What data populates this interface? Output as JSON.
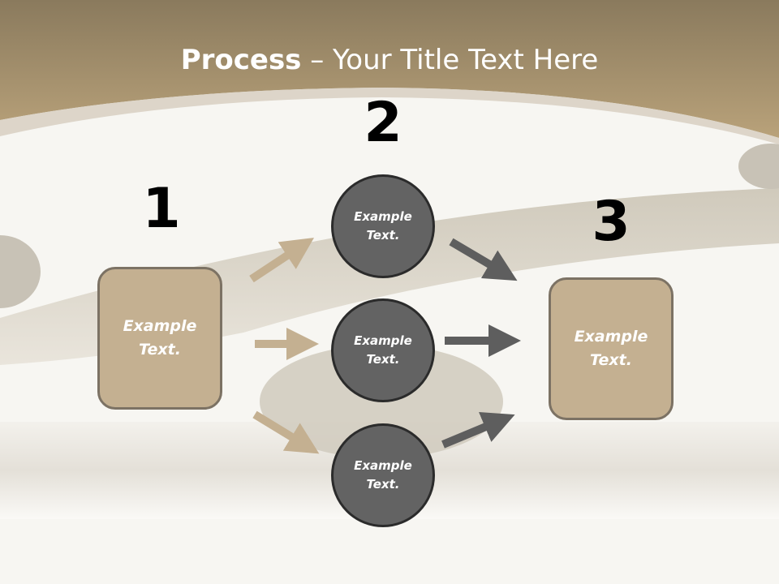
{
  "title": {
    "bold": "Process",
    "rest": " – Your Title Text Here"
  },
  "steps": [
    {
      "number": "1",
      "line1": "Example",
      "line2": "Text."
    },
    {
      "number": "2"
    },
    {
      "number": "3",
      "line1": "Example",
      "line2": "Text."
    }
  ],
  "circles": [
    {
      "line1": "Example",
      "line2": "Text."
    },
    {
      "line1": "Example",
      "line2": "Text."
    },
    {
      "line1": "Example",
      "line2": "Text."
    }
  ],
  "colors": {
    "box": "#c4b091",
    "circle": "#636363",
    "arrow_in": "#c4b091",
    "arrow_out": "#5e5e5e"
  }
}
